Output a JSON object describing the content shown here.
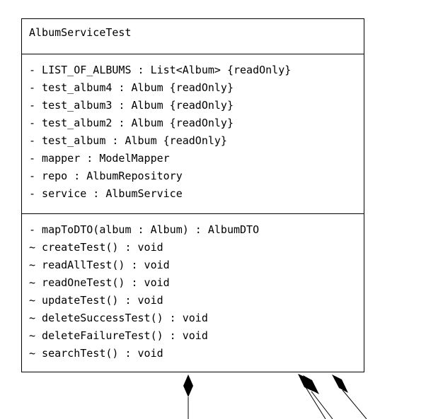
{
  "class_box": {
    "name": "AlbumServiceTest",
    "attributes": [
      "- LIST_OF_ALBUMS : List<Album> {readOnly}",
      "- test_album4 : Album {readOnly}",
      "- test_album3 : Album {readOnly}",
      "- test_album2 : Album {readOnly}",
      "- test_album : Album {readOnly}",
      "- mapper : ModelMapper",
      "- repo : AlbumRepository",
      "- service : AlbumService"
    ],
    "operations": [
      "- mapToDTO(album : Album) : AlbumDTO",
      "~ createTest() : void",
      "~ readAllTest() : void",
      "~ readOneTest() : void",
      "~ updateTest() : void",
      "~ deleteSuccessTest() : void",
      "~ deleteFailureTest() : void",
      "~ searchTest() : void"
    ]
  },
  "connectors": [
    {
      "kind": "composition"
    },
    {
      "kind": "composition"
    },
    {
      "kind": "composition"
    },
    {
      "kind": "composition"
    }
  ]
}
